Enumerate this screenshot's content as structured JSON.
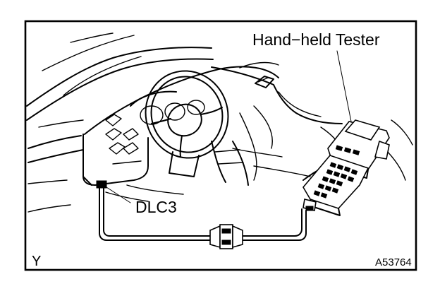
{
  "labels": {
    "tester": "Hand−held Tester",
    "dlc": "DLC3",
    "corner_letter": "Y",
    "figure_code": "A53764"
  }
}
